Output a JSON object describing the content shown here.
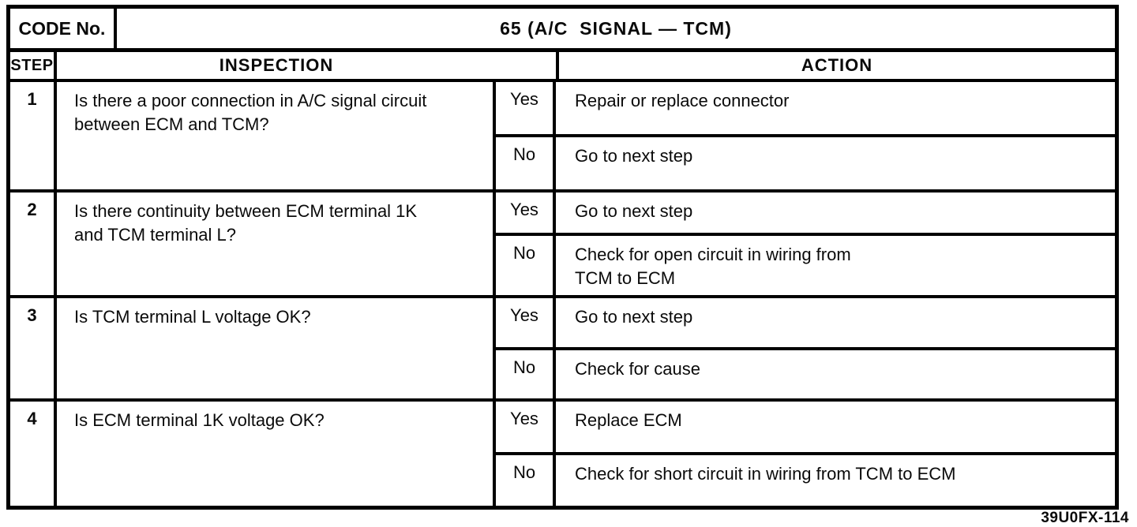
{
  "header": {
    "code_label": "CODE No.",
    "title": "65 (A/C  SIGNAL — TCM)"
  },
  "columns": {
    "step": "STEP",
    "inspection": "INSPECTION",
    "action": "ACTION"
  },
  "steps": [
    {
      "step": "1",
      "inspection": "Is there a poor connection in A/C signal circuit\nbetween ECM and TCM?",
      "branches": [
        {
          "label": "Yes",
          "action": "Repair or replace connector"
        },
        {
          "label": "No",
          "action": "Go to next step"
        }
      ]
    },
    {
      "step": "2",
      "inspection": "Is there continuity between ECM terminal 1K\nand TCM terminal L?",
      "branches": [
        {
          "label": "Yes",
          "action": "Go to next step"
        },
        {
          "label": "No",
          "action": "Check for open circuit in wiring from\nTCM to ECM"
        }
      ]
    },
    {
      "step": "3",
      "inspection": "Is TCM terminal L voltage OK?",
      "branches": [
        {
          "label": "Yes",
          "action": "Go to next step"
        },
        {
          "label": "No",
          "action": "Check for cause"
        }
      ]
    },
    {
      "step": "4",
      "inspection": "Is ECM terminal 1K voltage OK?",
      "branches": [
        {
          "label": "Yes",
          "action": "Replace ECM"
        },
        {
          "label": "No",
          "action": "Check for short circuit in wiring from TCM to ECM"
        }
      ]
    }
  ],
  "footer": {
    "figure_ref": "39U0FX-114"
  },
  "colors": {
    "ink": "#0a0a0a",
    "paper": "#ffffff"
  }
}
